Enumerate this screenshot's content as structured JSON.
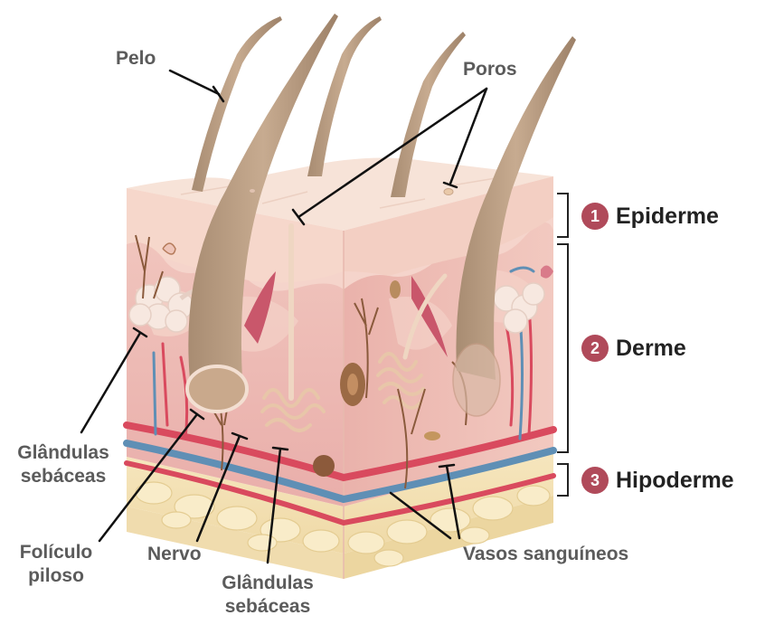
{
  "labels": {
    "pelo": "Pelo",
    "poros": "Poros",
    "glandulas_left": [
      "Glândulas",
      "sebáceas"
    ],
    "foliculo": [
      "Folículo",
      "piloso"
    ],
    "nervo": "Nervo",
    "glandulas_bottom": [
      "Glândulas",
      "sebáceas"
    ],
    "vasos": "Vasos sanguíneos"
  },
  "layers": [
    {
      "number": "1",
      "name": "Epiderme"
    },
    {
      "number": "2",
      "name": "Derme"
    },
    {
      "number": "3",
      "name": "Hipoderme"
    }
  ],
  "colors": {
    "label_text": "#5b5b5b",
    "layer_text": "#222222",
    "badge": "#b04a5a",
    "epidermis": "#f6d9cf",
    "dermis": "#eeb8b0",
    "hypodermis": "#f3e0b4",
    "hair": "#b89c82",
    "artery": "#d94a5e",
    "vein": "#5f8fb5"
  }
}
